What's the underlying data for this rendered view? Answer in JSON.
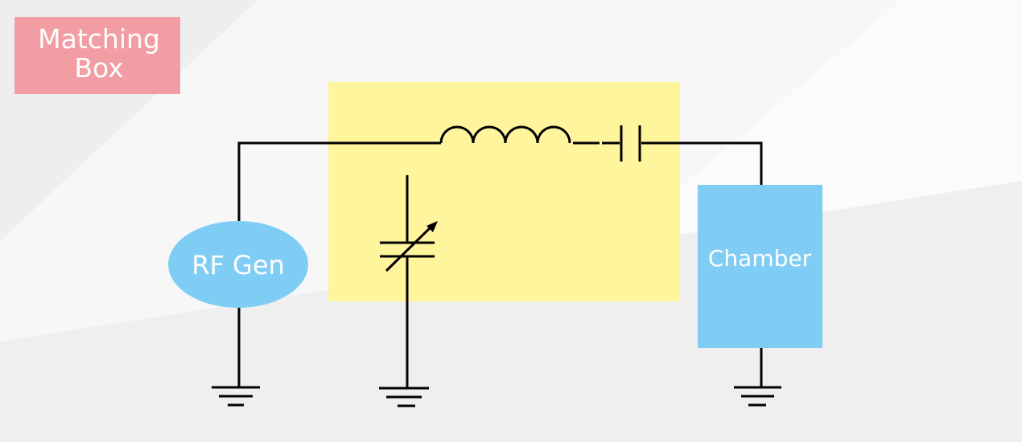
{
  "title_box": {
    "line1": "Matching",
    "line2": "Box",
    "color": "#f29ca3"
  },
  "rf_generator": {
    "label": "RF Gen",
    "color": "#7fcdf4"
  },
  "chamber": {
    "label": "Chamber",
    "color": "#7fcdf4"
  },
  "matching_region": {
    "color": "#fff59d"
  },
  "components": {
    "series_inductor": "inductor-icon",
    "series_capacitor": "capacitor-icon",
    "shunt_variable_capacitor": "variable-capacitor-icon",
    "grounds": [
      "ground-icon",
      "ground-icon",
      "ground-icon"
    ]
  },
  "wire_color": "#000000"
}
